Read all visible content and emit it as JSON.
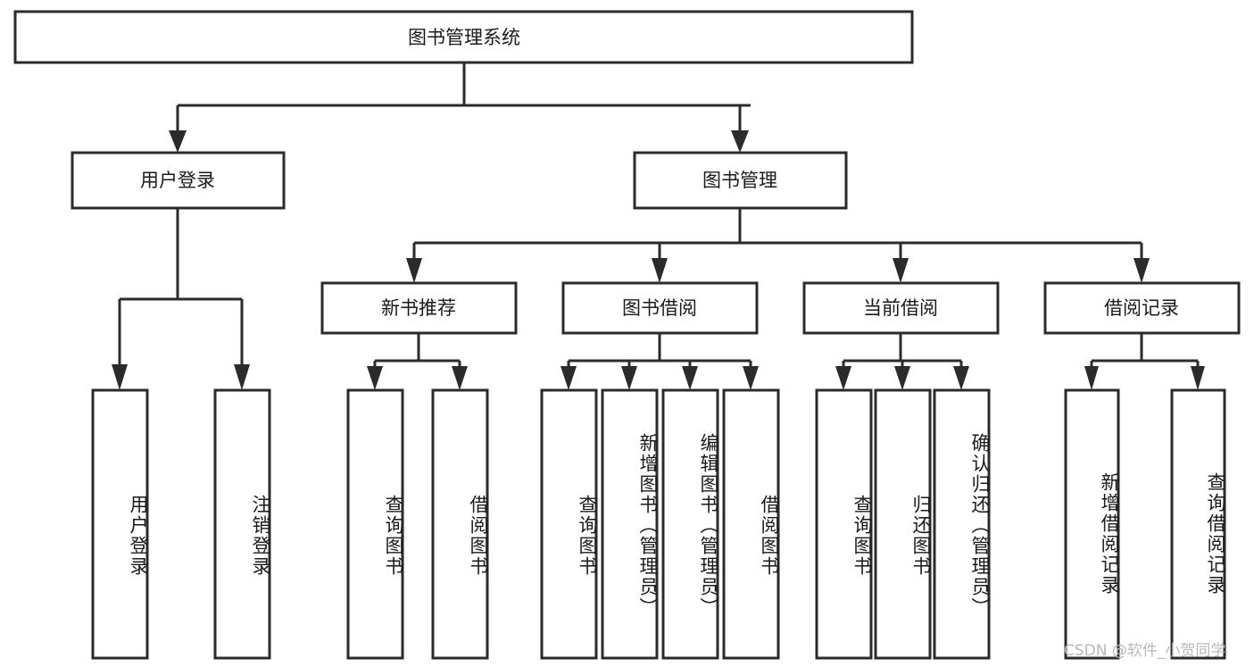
{
  "diagram": {
    "type": "tree-hierarchy",
    "title": "图书管理系统",
    "root": {
      "id": "root",
      "label": "图书管理系统",
      "orientation": "horizontal"
    },
    "level2": [
      {
        "id": "user-login",
        "label": "用户登录",
        "orientation": "horizontal"
      },
      {
        "id": "book-manage",
        "label": "图书管理",
        "orientation": "horizontal"
      }
    ],
    "level3": [
      {
        "id": "new-book-rec",
        "label": "新书推荐",
        "orientation": "horizontal",
        "parent": "book-manage"
      },
      {
        "id": "book-borrow",
        "label": "图书借阅",
        "orientation": "horizontal",
        "parent": "book-manage"
      },
      {
        "id": "current-borrow",
        "label": "当前借阅",
        "orientation": "horizontal",
        "parent": "book-manage"
      },
      {
        "id": "borrow-record",
        "label": "借阅记录",
        "orientation": "horizontal",
        "parent": "book-manage"
      }
    ],
    "leaves": [
      {
        "id": "leaf-user-login",
        "label": "用户登录",
        "orientation": "vertical",
        "parent": "user-login"
      },
      {
        "id": "leaf-logout",
        "label": "注销登录",
        "orientation": "vertical",
        "parent": "user-login"
      },
      {
        "id": "leaf-query-book-1",
        "label": "查询图书",
        "orientation": "vertical",
        "parent": "new-book-rec"
      },
      {
        "id": "leaf-borrow-book-1",
        "label": "借阅图书",
        "orientation": "vertical",
        "parent": "new-book-rec"
      },
      {
        "id": "leaf-query-book-2",
        "label": "查询图书",
        "orientation": "vertical",
        "parent": "book-borrow"
      },
      {
        "id": "leaf-add-book",
        "label": "新增图书（管理员）",
        "orientation": "vertical",
        "parent": "book-borrow"
      },
      {
        "id": "leaf-edit-book",
        "label": "编辑图书（管理员）",
        "orientation": "vertical",
        "parent": "book-borrow"
      },
      {
        "id": "leaf-borrow-book-2",
        "label": "借阅图书",
        "orientation": "vertical",
        "parent": "book-borrow"
      },
      {
        "id": "leaf-query-book-3",
        "label": "查询图书",
        "orientation": "vertical",
        "parent": "current-borrow"
      },
      {
        "id": "leaf-return-book",
        "label": "归还图书",
        "orientation": "vertical",
        "parent": "current-borrow"
      },
      {
        "id": "leaf-confirm-return",
        "label": "确认归还（管理员）",
        "orientation": "vertical",
        "parent": "current-borrow"
      },
      {
        "id": "leaf-add-record",
        "label": "新增借阅记录",
        "orientation": "vertical",
        "parent": "borrow-record"
      },
      {
        "id": "leaf-query-record",
        "label": "查询借阅记录",
        "orientation": "vertical",
        "parent": "borrow-record"
      }
    ],
    "colors": {
      "stroke": "#2b2b2b",
      "fill": "#ffffff",
      "text": "#1a1a1a",
      "watermark": "#b9b9b9",
      "background": "#ffffff"
    }
  },
  "watermark": {
    "text": "CSDN @软件_小贺同学"
  }
}
